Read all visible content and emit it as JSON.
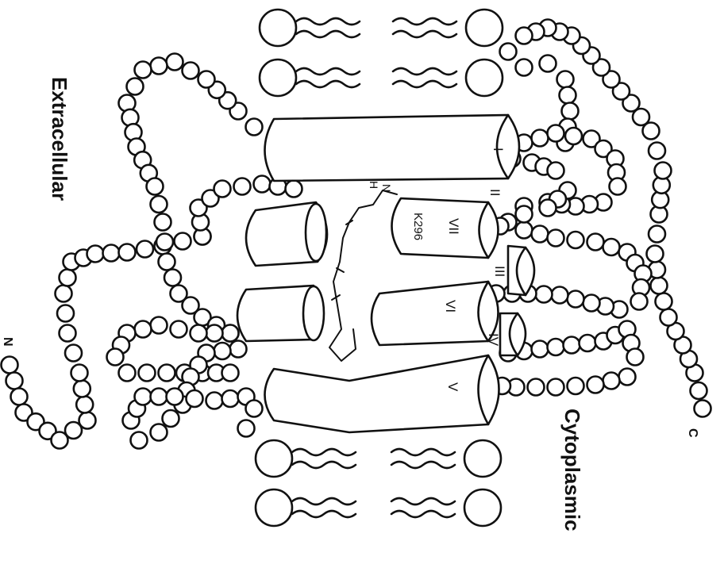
{
  "labels": {
    "extracellular": "Extracellular",
    "cytoplasmic": "Cytoplasmic",
    "n_term": "N",
    "c_term": "C",
    "residue": "K296",
    "helix_1": "I",
    "helix_2": "II",
    "helix_3": "III",
    "helix_4": "IV",
    "helix_5": "V",
    "helix_6": "VI",
    "helix_7": "VII",
    "atom_n": "N",
    "atom_h": "H"
  },
  "colors": {
    "stroke": "#111111",
    "fill": "#ffffff"
  }
}
